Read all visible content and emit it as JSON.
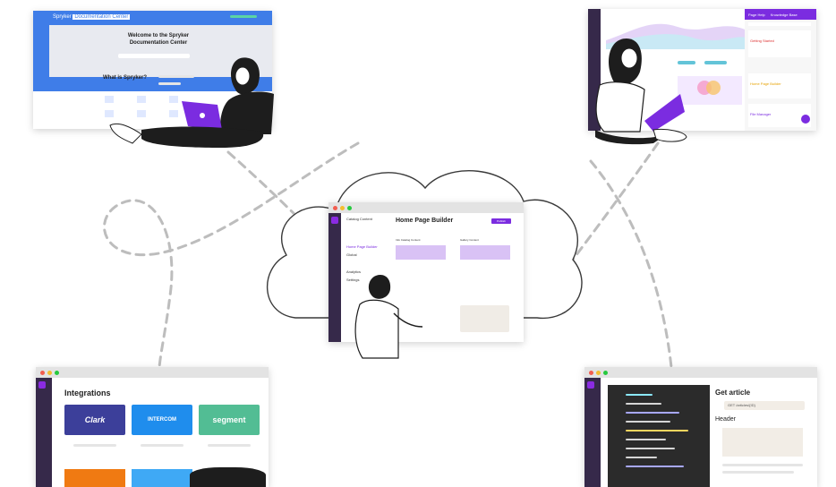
{
  "doc_portal": {
    "logo_text": "Spryker",
    "logo_sub": "Documentation Center",
    "hero_title_line1": "Welcome to the Spryker",
    "hero_title_line2": "Documentation Center",
    "section_title": "What is Spryker?"
  },
  "cms_editor": {
    "title": "Home Page Builder",
    "publish_label": "Publish",
    "tree_items": [
      "Catalog Content",
      "Home Page Builder",
      "Global",
      "Analytics",
      "Settings"
    ],
    "column_left": "Info Catalog Content",
    "column_right": "Gallery Content"
  },
  "integrations_panel": {
    "title": "Integrations",
    "tiles": [
      {
        "label": "Clark",
        "color": "#3c3f9a"
      },
      {
        "label": "INTERCOM",
        "color": "#1f8ded"
      },
      {
        "label": "segment",
        "color": "#52bd94"
      }
    ]
  },
  "api_panel": {
    "title": "Get article",
    "endpoint": "GET /articles/{ID}",
    "section": "Header"
  },
  "kb_panel": {
    "header_left": "Page Help",
    "header_right": "Knowledge Base",
    "cards": [
      "Getting Started",
      "Home Page Builder",
      "File Manager"
    ]
  },
  "colors": {
    "brand_purple": "#7b2ce0",
    "doc_blue": "#3f7de8",
    "dash_gray": "#bdbdbd",
    "sidebar_dark": "#36294a",
    "code_dark": "#2b2b2b"
  }
}
